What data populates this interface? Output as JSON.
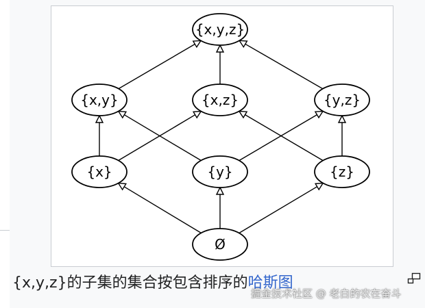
{
  "diagram": {
    "nodes": [
      {
        "id": "xyz",
        "label": "{x,y,z}"
      },
      {
        "id": "xy",
        "label": "{x,y}"
      },
      {
        "id": "xz",
        "label": "{x,z}"
      },
      {
        "id": "yz",
        "label": "{y,z}"
      },
      {
        "id": "x",
        "label": "{x}"
      },
      {
        "id": "y",
        "label": "{y}"
      },
      {
        "id": "z",
        "label": "{z}"
      },
      {
        "id": "empty",
        "label": "Ø"
      }
    ],
    "edges": [
      {
        "from": "xy",
        "to": "xyz"
      },
      {
        "from": "xz",
        "to": "xyz"
      },
      {
        "from": "yz",
        "to": "xyz"
      },
      {
        "from": "x",
        "to": "xy"
      },
      {
        "from": "x",
        "to": "xz"
      },
      {
        "from": "y",
        "to": "xy"
      },
      {
        "from": "y",
        "to": "yz"
      },
      {
        "from": "z",
        "to": "xz"
      },
      {
        "from": "z",
        "to": "yz"
      },
      {
        "from": "empty",
        "to": "x"
      },
      {
        "from": "empty",
        "to": "y"
      },
      {
        "from": "empty",
        "to": "z"
      }
    ]
  },
  "caption": {
    "text": "{x,y,z}的子集的集合按包含排序的",
    "link_text": "哈斯图"
  },
  "magnify": {
    "icon": "magnify-clip-icon"
  },
  "watermark": {
    "text": "掘金技术社区 @ 老白的农在奋斗"
  },
  "colors": {
    "link": "#3366cc",
    "border": "#c8ccd1",
    "text": "#202122"
  }
}
